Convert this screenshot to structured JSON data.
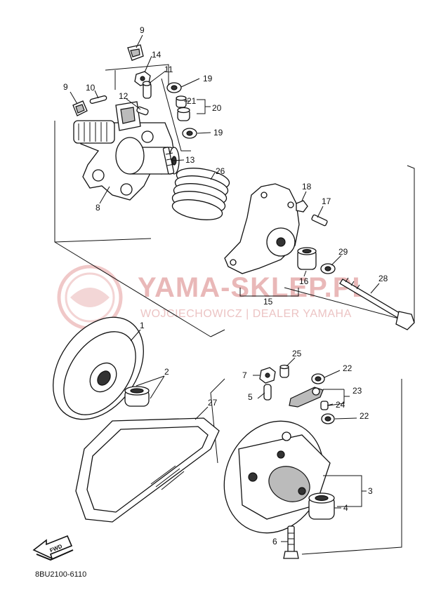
{
  "watermark": {
    "brand": "YAMA-SKLEP.PL",
    "dealer": "WOJCIECHOWICZ | DEALER YAMAHA"
  },
  "diagram_code": "8BU2100-6110",
  "fwd_label": "FWD",
  "callouts": [
    {
      "id": "c9a",
      "text": "9"
    },
    {
      "id": "c14",
      "text": "14"
    },
    {
      "id": "c11",
      "text": "11"
    },
    {
      "id": "c19a",
      "text": "19"
    },
    {
      "id": "c9b",
      "text": "9"
    },
    {
      "id": "c10",
      "text": "10"
    },
    {
      "id": "c12",
      "text": "12"
    },
    {
      "id": "c21",
      "text": "21"
    },
    {
      "id": "c20",
      "text": "20"
    },
    {
      "id": "c19b",
      "text": "19"
    },
    {
      "id": "c13",
      "text": "13"
    },
    {
      "id": "c26",
      "text": "26"
    },
    {
      "id": "c8",
      "text": "8"
    },
    {
      "id": "c18",
      "text": "18"
    },
    {
      "id": "c17",
      "text": "17"
    },
    {
      "id": "c29",
      "text": "29"
    },
    {
      "id": "c16",
      "text": "16"
    },
    {
      "id": "c15",
      "text": "15"
    },
    {
      "id": "c28",
      "text": "28"
    },
    {
      "id": "c1",
      "text": "1"
    },
    {
      "id": "c2",
      "text": "2"
    },
    {
      "id": "c25",
      "text": "25"
    },
    {
      "id": "c7",
      "text": "7"
    },
    {
      "id": "c22a",
      "text": "22"
    },
    {
      "id": "c23",
      "text": "23"
    },
    {
      "id": "c5",
      "text": "5"
    },
    {
      "id": "c24",
      "text": "24"
    },
    {
      "id": "c22b",
      "text": "22"
    },
    {
      "id": "c27",
      "text": "27"
    },
    {
      "id": "c3",
      "text": "3"
    },
    {
      "id": "c4",
      "text": "4"
    },
    {
      "id": "c6",
      "text": "6"
    }
  ]
}
